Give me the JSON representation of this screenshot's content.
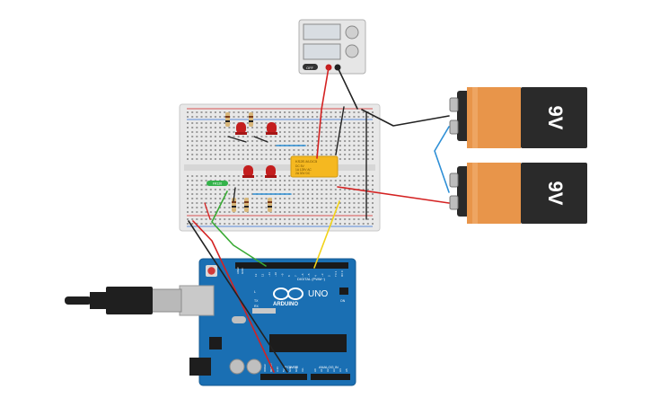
{
  "batteries": [
    {
      "label": "9V"
    },
    {
      "label": "9V"
    }
  ],
  "relay": {
    "lines": [
      "KS2E-M-DC5",
      "DC 5V",
      "1A 125V AC",
      "2A 30V DC"
    ]
  },
  "breadboard_part_label": "FR120",
  "power_supply": {
    "button_label": "OFF"
  },
  "arduino": {
    "brand": "ARDUINO",
    "model": "UNO",
    "digital_label": "DIGITAL (PWM~)",
    "power_label": "POWER",
    "analog_label": "ANALOG IN",
    "tx_label": "TX",
    "rx_label": "RX",
    "on_label": "ON",
    "l_label": "L",
    "aref_label": "AREF",
    "gnd_label": "GND",
    "top_pins": [
      "13",
      "12",
      "~11",
      "~10",
      "~9",
      "8",
      "7",
      "~6",
      "~5",
      "4",
      "~3",
      "2",
      "TX 1",
      "RX 0"
    ],
    "power_pins": [
      "IOREF",
      "RESET",
      "3.3V",
      "5V",
      "GND",
      "GND",
      "Vin"
    ],
    "analog_pins": [
      "A0",
      "A1",
      "A2",
      "A3",
      "A4",
      "A5"
    ]
  },
  "colors": {
    "wire_red": "#d42222",
    "wire_black": "#222222",
    "wire_green": "#3aaa35",
    "wire_yellow": "#f2d318",
    "wire_blue": "#2e8fd6",
    "arduino_blue": "#1a6fb3",
    "battery_orange": "#e8954a",
    "battery_black": "#2a2a2a",
    "relay_yellow": "#f5b820",
    "led_red": "#c41e1e"
  }
}
